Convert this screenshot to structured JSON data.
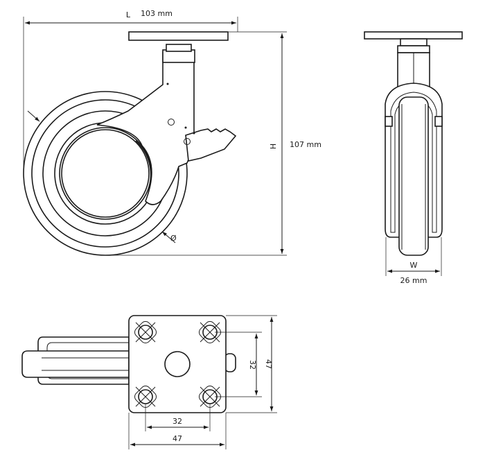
{
  "side_view": {
    "length_symbol": "L",
    "length_value": "103 mm",
    "height_symbol": "H",
    "height_value": "107 mm",
    "diameter_symbol": "Ø"
  },
  "front_view": {
    "width_symbol": "W",
    "width_value": "26 mm"
  },
  "top_view": {
    "bolt_spacing_x": "32",
    "plate_width_x": "47",
    "bolt_spacing_y": "32",
    "plate_width_y": "47"
  }
}
